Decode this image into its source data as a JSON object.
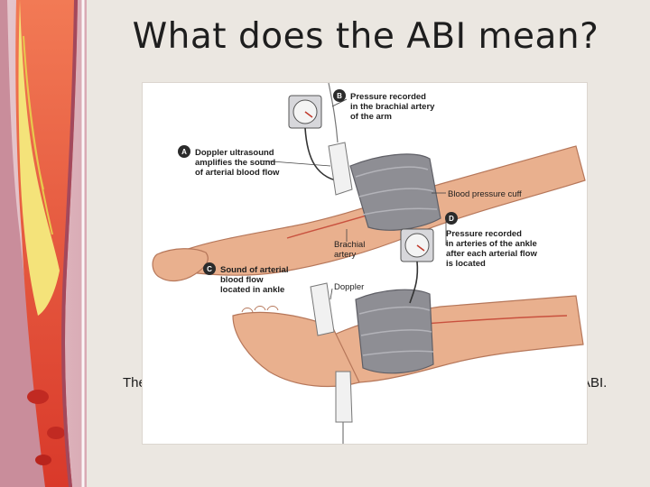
{
  "slide": {
    "title": "What does the ABI mean?",
    "body_text_left": "The",
    "body_text_right": "ABI."
  },
  "figure": {
    "labels": {
      "B_badge": "B",
      "B_line1": "Pressure recorded",
      "B_line2": "in the brachial artery",
      "B_line3": "of the arm",
      "A_badge": "A",
      "A_line1": "Doppler ultrasound",
      "A_line2": "amplifies the sound",
      "A_line3": "of arterial blood flow",
      "cuff": "Blood pressure cuff",
      "D_badge": "D",
      "D_line1": "Pressure recorded",
      "D_line2": "in arteries of the ankle",
      "D_line3": "after each arterial flow",
      "D_line4": "is located",
      "brachial1": "Brachial",
      "brachial2": "artery",
      "C_badge": "C",
      "C_line1": "Sound of arterial",
      "C_line2": "blood flow",
      "C_line3": "located in ankle",
      "doppler": "Doppler"
    }
  },
  "colors": {
    "background": "#ebe7e1",
    "skin": "#e9b08e",
    "cuff": "#8e8e94",
    "artery": "#c0392b",
    "badge": "#2b2b2b"
  }
}
